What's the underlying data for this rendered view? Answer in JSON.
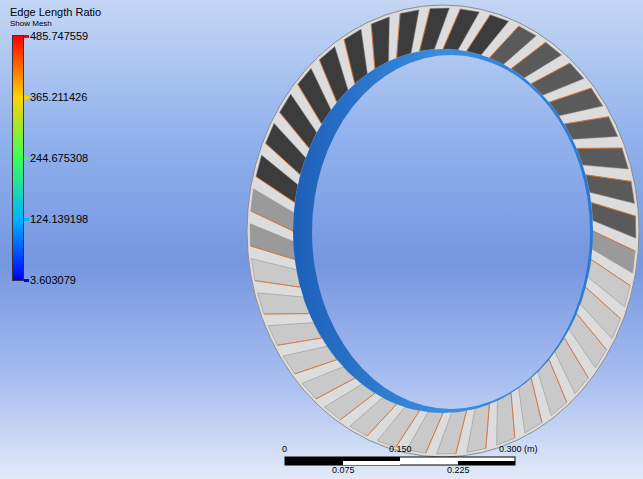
{
  "diagram": {
    "title": "Edge Length Ratio",
    "labels": [
      "Show Mesh",
      "0",
      "0.150",
      "0.300 (m)",
      "0.075",
      "0.225"
    ],
    "legend": [
      {
        "text": "485.747559",
        "color": "#ff0000"
      },
      {
        "text": "365.211426",
        "color": "#ffd200"
      },
      {
        "text": "244.675308",
        "color": "#3cff5a"
      },
      {
        "text": "124.139198",
        "color": "#00b4ff"
      },
      {
        "text": "3.603079",
        "color": "#0000ff"
      }
    ]
  }
}
